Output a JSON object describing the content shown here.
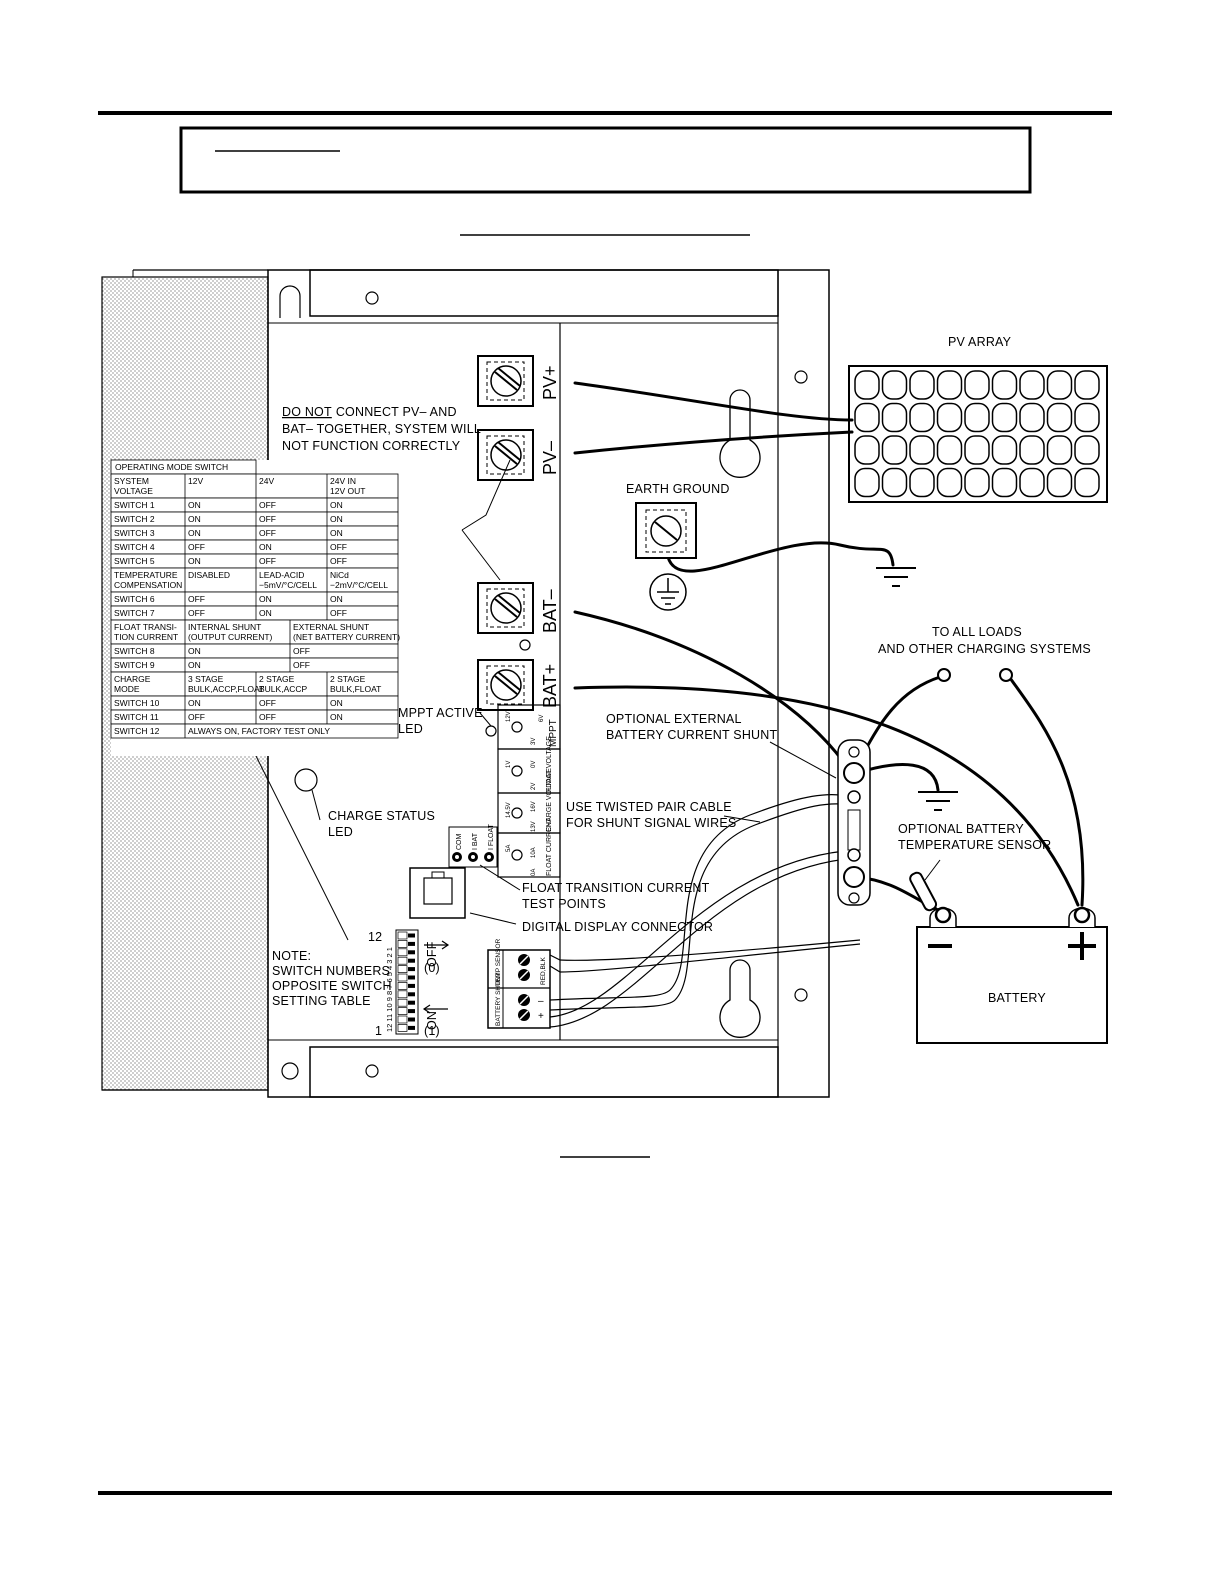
{
  "labels": {
    "pv_array": "PV ARRAY",
    "earth_ground": "EARTH GROUND",
    "warn_line1": "DO NOT CONNECT PV– AND",
    "warn_line1_a": "DO NOT",
    "warn_line1_b": "CONNECT PV– AND",
    "warn_line2": "BAT– TOGETHER, SYSTEM WILL",
    "warn_line3": "NOT FUNCTION CORRECTLY",
    "to_loads_1": "TO ALL LOADS",
    "to_loads_2": "AND OTHER CHARGING SYSTEMS",
    "opt_shunt_1": "OPTIONAL EXTERNAL",
    "opt_shunt_2": "BATTERY CURRENT SHUNT",
    "twisted_1": "USE TWISTED PAIR CABLE",
    "twisted_2": "FOR SHUNT SIGNAL WIRES",
    "opt_temp_1": "OPTIONAL BATTERY",
    "opt_temp_2": "TEMPERATURE SENSOR",
    "mppt_1": "MPPT ACTIVE",
    "mppt_2": "LED",
    "charge_1": "CHARGE STATUS",
    "charge_2": "LED",
    "float_tp_1": "FLOAT TRANSITION CURRENT",
    "float_tp_2": "TEST POINTS",
    "digital": "DIGITAL DISPLAY CONNECTOR",
    "note_1": "NOTE:",
    "note_2": "SWITCH NUMBERS",
    "note_3": "OPPOSITE SWITCH",
    "note_4": "SETTING TABLE",
    "battery": "BATTERY",
    "off": "OFF",
    "off_val": "(0)",
    "on": "ON",
    "on_val": "(1)",
    "dip_12": "12",
    "dip_1": "1"
  },
  "terminals": {
    "pv_plus": "PV+",
    "pv_minus": "PV–",
    "bat_minus": "BAT–",
    "bat_plus": "BAT+",
    "batt_neg": "–",
    "batt_pos": "+"
  },
  "board": {
    "mppt": "MPPT",
    "mppt_12v": "12V",
    "mppt_3v": "3V",
    "mppt_6v": "6V",
    "float_voltage": "FLOAT VOLTAGE",
    "fv_1v": "1V",
    "fv_2v": "2V",
    "fv_0v": "0V",
    "charge_voltage": "CHARGE VOLTAGE",
    "cv_145": "14.5V",
    "cv_13": "13V",
    "cv_16": "16V",
    "float_current": "FLOAT CURRENT",
    "fc_5a": "5A",
    "fc_0a": "0A",
    "fc_10a": "10A",
    "com": "COM",
    "i_bat": "I BAT",
    "i_float": "I FLOAT",
    "temp_sensor": "TEMP SENSOR",
    "battery_shunt": "BATTERY SHUNT",
    "red_blk": "RED,BLK",
    "minus": "–",
    "plus": "+"
  },
  "dip": {
    "top_numbers": "12 11 10 9 8 7 6 5 4 3 2 1"
  },
  "table": {
    "title": "OPERATING MODE SWITCH",
    "rows": [
      [
        "SYSTEM|VOLTAGE",
        "12V",
        "24V",
        "24V IN|12V OUT"
      ],
      [
        "SWITCH 1",
        "ON",
        "OFF",
        "ON"
      ],
      [
        "SWITCH 2",
        "ON",
        "OFF",
        "ON"
      ],
      [
        "SWITCH 3",
        "ON",
        "OFF",
        "ON"
      ],
      [
        "SWITCH 4",
        "OFF",
        "ON",
        "OFF"
      ],
      [
        "SWITCH 5",
        "ON",
        "OFF",
        "OFF"
      ],
      [
        "TEMPERATURE|COMPENSATION",
        "DISABLED",
        "LEAD-ACID|−5mV/°C/CELL",
        "NiCd|−2mV/°C/CELL"
      ],
      [
        "SWITCH 6",
        "OFF",
        "ON",
        "ON"
      ],
      [
        "SWITCH 7",
        "OFF",
        "ON",
        "OFF"
      ],
      [
        "FLOAT TRANSI-|TION CURRENT",
        "INTERNAL SHUNT|(OUTPUT CURRENT)",
        "EXTERNAL SHUNT|(NET BATTERY CURRENT)",
        ""
      ],
      [
        "SWITCH 8",
        "ON",
        "OFF",
        ""
      ],
      [
        "SWITCH 9",
        "ON",
        "OFF",
        ""
      ],
      [
        "CHARGE|MODE",
        "3 STAGE|BULK,ACCP,FLOAT",
        "2 STAGE|BULK,ACCP",
        "2 STAGE|BULK,FLOAT"
      ],
      [
        "SWITCH 10",
        "ON",
        "OFF",
        "ON"
      ],
      [
        "SWITCH 11",
        "OFF",
        "OFF",
        "ON"
      ],
      [
        "SWITCH 12",
        "ALWAYS ON, FACTORY TEST ONLY",
        "",
        ""
      ]
    ]
  }
}
